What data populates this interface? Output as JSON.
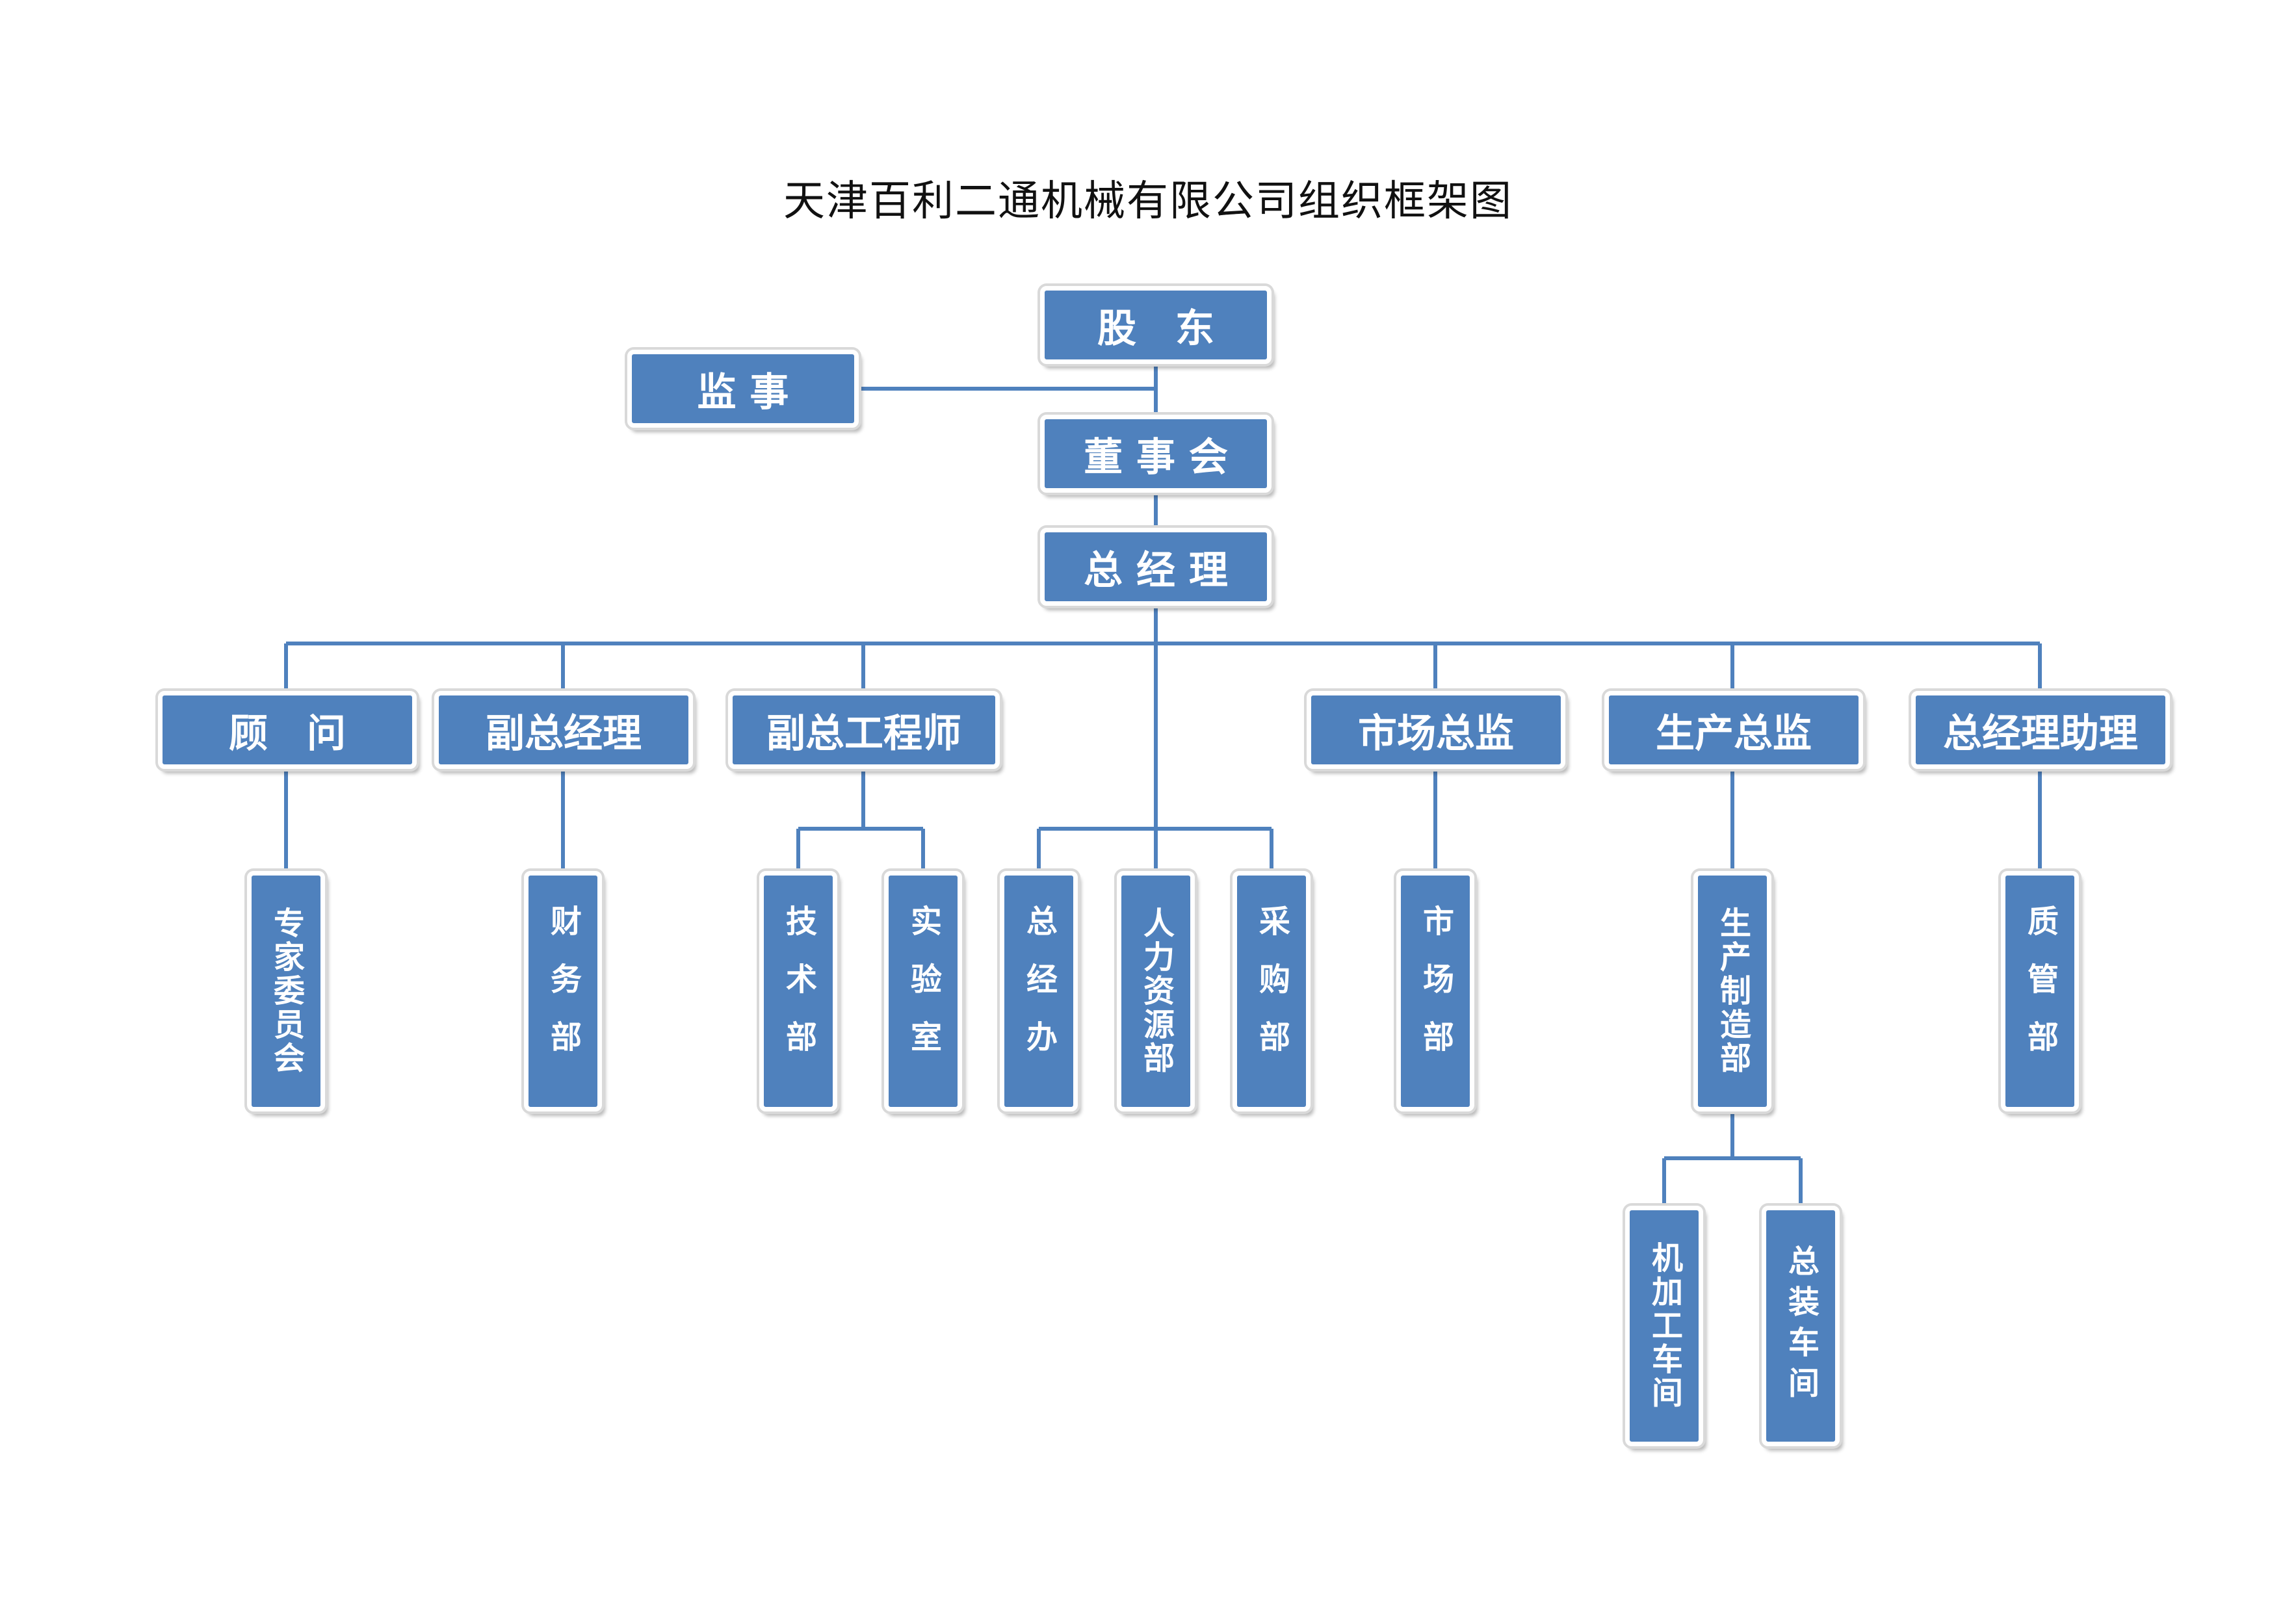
{
  "title": "天津百利二通机械有限公司组织框架图",
  "nodes": {
    "shareholders": "股　东",
    "supervisor": "监 事",
    "board": "董 事 会",
    "general_manager": "总 经 理",
    "advisor": "顾　问",
    "deputy_gm": "副总经理",
    "deputy_chief_engineer": "副总工程师",
    "marketing_director": "市场总监",
    "production_director": "生产总监",
    "gm_assistant": "总经理助理",
    "expert_committee": "专家委员会",
    "finance_dept": "财务部",
    "tech_dept": "技术部",
    "laboratory": "实验室",
    "general_office": "总经办",
    "hr_dept": "人力资源部",
    "purchasing_dept": "采购部",
    "market_dept": "市场部",
    "production_dept": "生产制造部",
    "quality_dept": "质管部",
    "machining_workshop": "机加工车间",
    "assembly_workshop": "总装车间"
  },
  "colors": {
    "box_fill": "#4f81bd",
    "connector": "#4f81bd",
    "text": "#ffffff"
  }
}
